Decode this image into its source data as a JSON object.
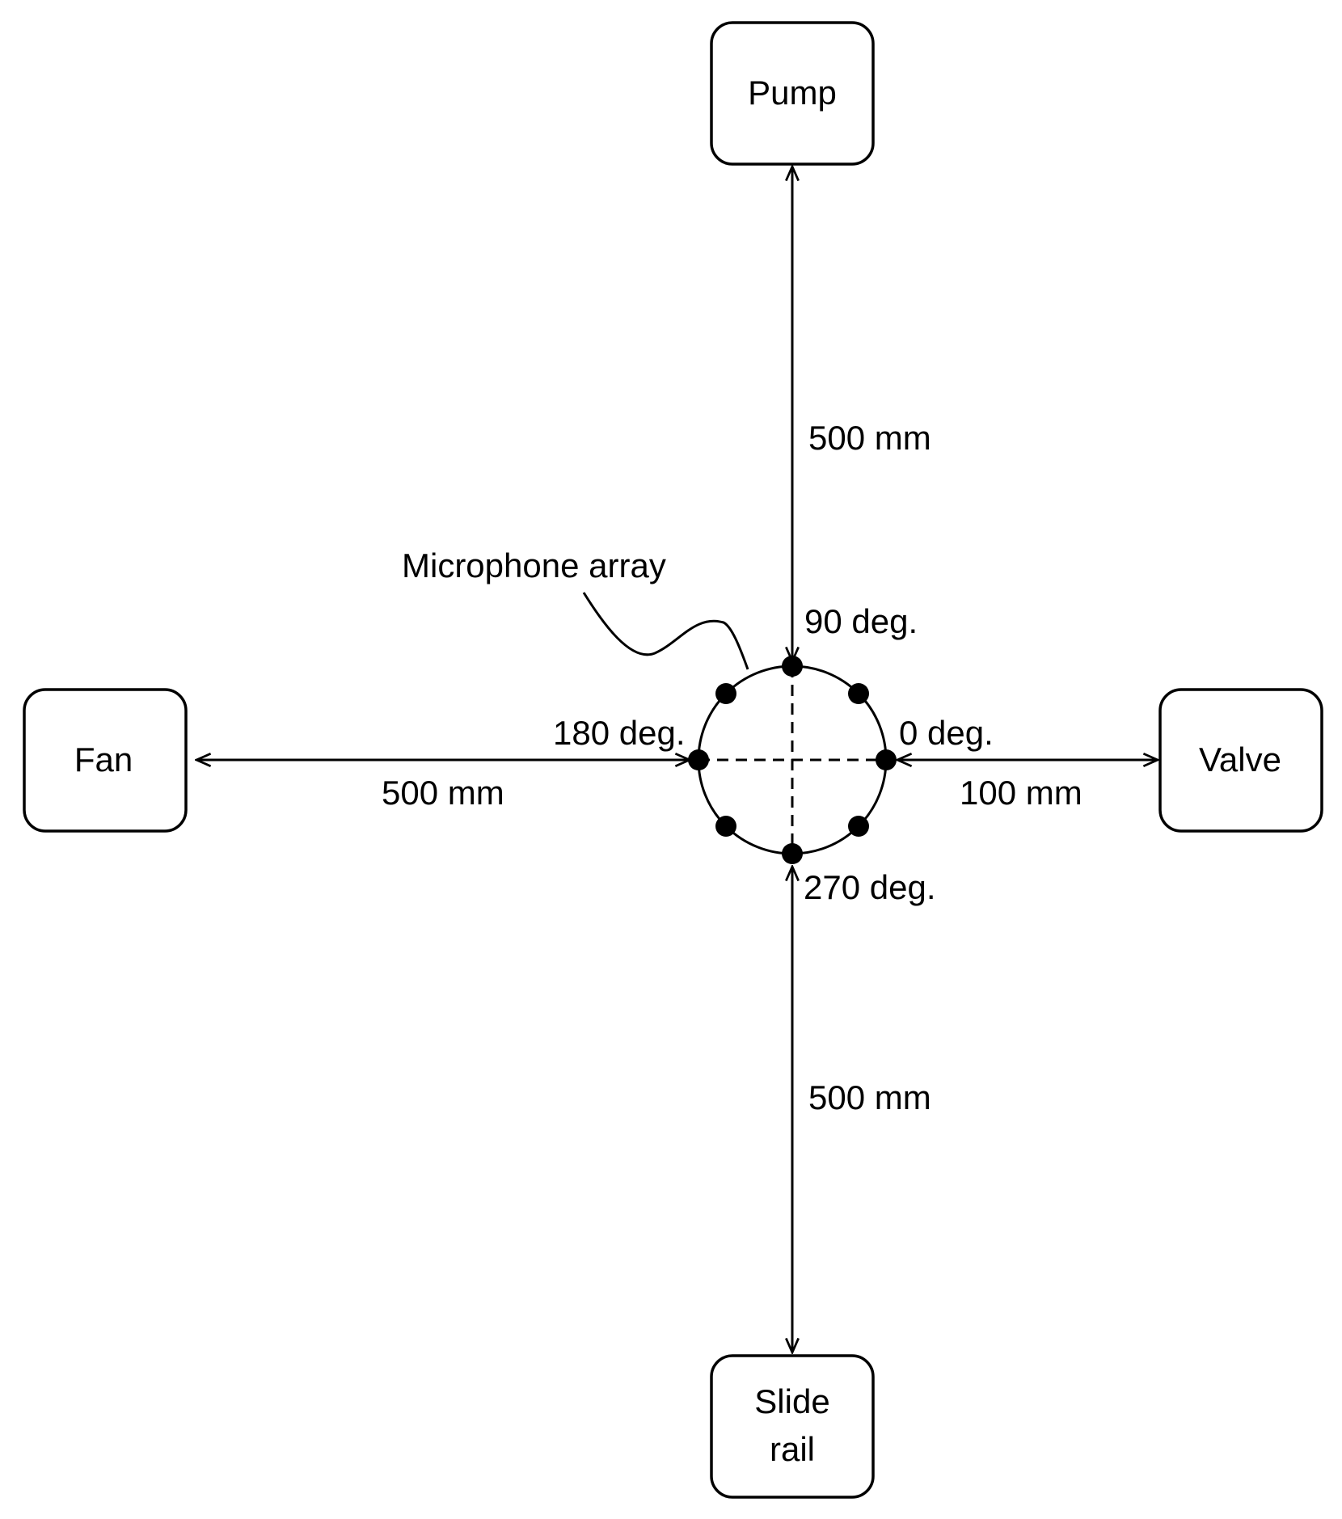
{
  "devices": {
    "pump": "Pump",
    "fan": "Fan",
    "valve": "Valve",
    "slide_rail_line1": "Slide",
    "slide_rail_line2": "rail"
  },
  "distances": {
    "pump": "500 mm",
    "fan": "500 mm",
    "valve": "100 mm",
    "slide_rail": "500 mm"
  },
  "angles": {
    "deg90": "90 deg.",
    "deg180": "180 deg.",
    "deg0": "0 deg.",
    "deg270": "270 deg."
  },
  "array_label": "Microphone array",
  "microphone_count": 8
}
